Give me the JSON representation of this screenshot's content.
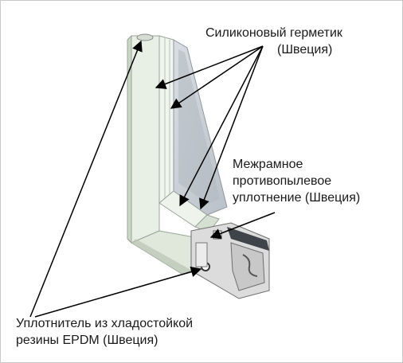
{
  "labels": {
    "sealant_line1": "Силиконовый герметик",
    "sealant_line2": "(Швеция)",
    "dust_line1": "Межрамное",
    "dust_line2": "противопылевое",
    "dust_line3": "уплотнение (Швеция)",
    "epdm_line1": "Уплотнитель из хладостойкой",
    "epdm_line2": "резины EPDM (Швеция)"
  },
  "colors": {
    "frame_face": "#e9f0e6",
    "frame_side": "#cfdcca",
    "glass": "#c9cfd6",
    "shadow": "#a9b0a8",
    "profile_dark": "#4a4f55",
    "leader_line": "#000000"
  },
  "icons": {
    "arrow": "arrowhead"
  }
}
